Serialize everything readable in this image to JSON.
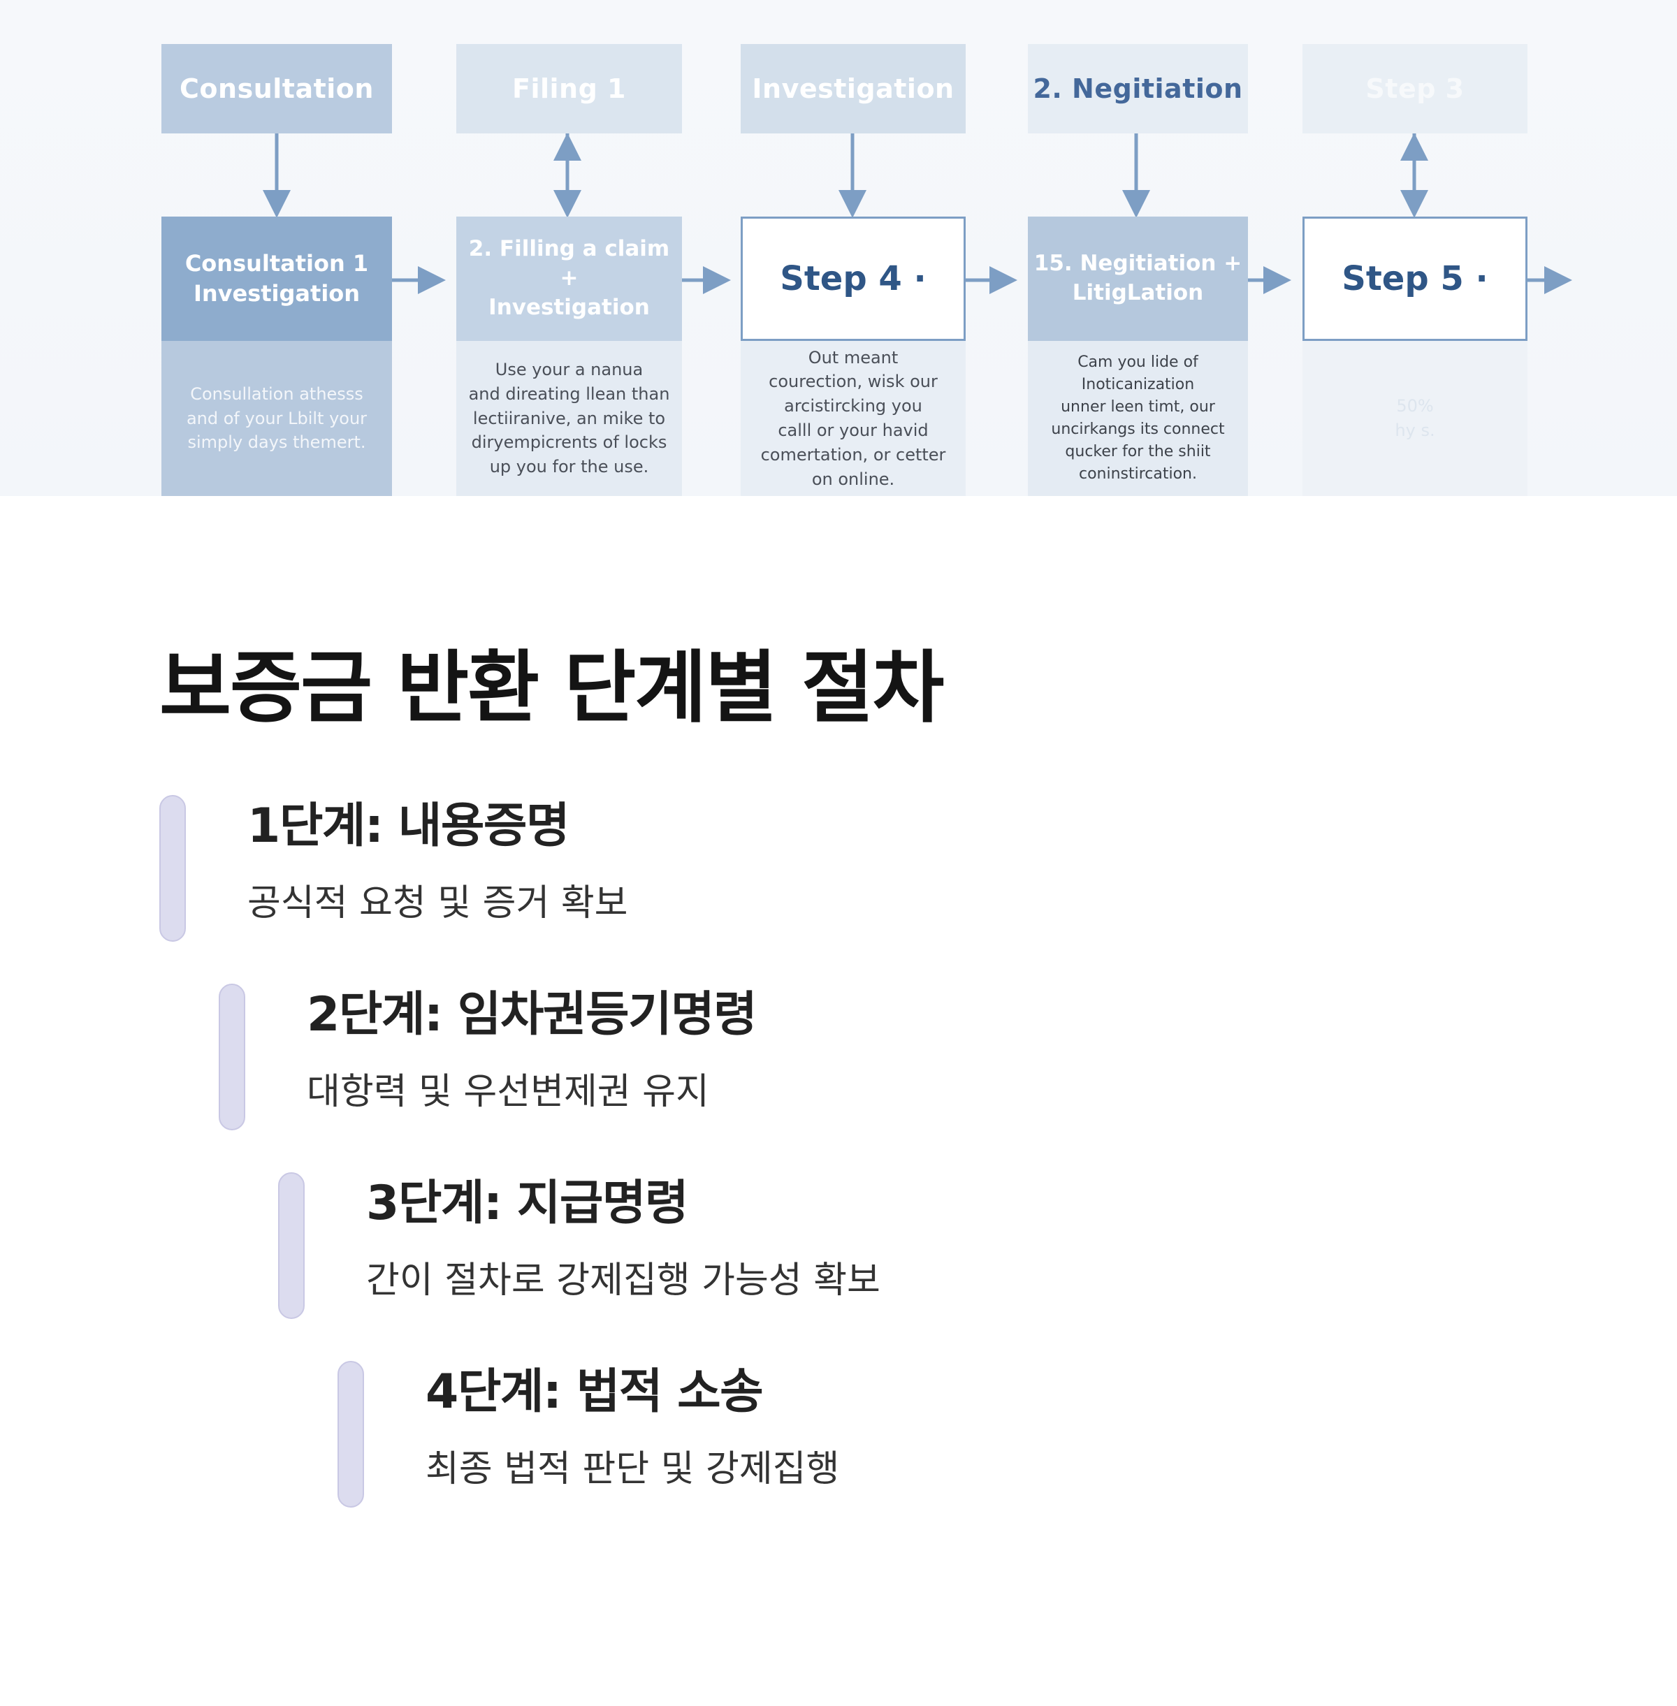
{
  "flowchart": {
    "top_boxes": [
      {
        "label": "Consultation",
        "bg": "#b9cbe0",
        "color": "#ffffff"
      },
      {
        "label": "Filing 1",
        "bg": "#dbe5ef",
        "color": "#ffffff"
      },
      {
        "label": "Investigation",
        "bg": "#d3dfeb",
        "color": "#ffffff"
      },
      {
        "label": "2. Negitiation",
        "bg": "#e6edf4",
        "color": "#44689a"
      },
      {
        "label": "Step 3",
        "bg": "#e9eff5",
        "color": "#f7f9fb"
      }
    ],
    "mid_boxes": [
      {
        "label": "Consultation 1\nInvestigation",
        "bg": "#8eaccd",
        "color": "#ffffff",
        "outlined": false
      },
      {
        "label": "2. Filling a claim +\nInvestigation",
        "bg": "#c3d3e5",
        "color": "#ffffff",
        "outlined": false
      },
      {
        "label": "Step 4 ·",
        "bg": "#ffffff",
        "color": "#2f5686",
        "outlined": true
      },
      {
        "label": "15. Negitiation +\nLitigLation",
        "bg": "#b5c8dd",
        "color": "#ffffff",
        "outlined": false
      },
      {
        "label": "Step 5 ·",
        "bg": "#ffffff",
        "color": "#2f5686",
        "outlined": true
      }
    ],
    "desc_boxes": [
      {
        "text": "Consullation athesss\nand of your Lbilt your\nsimply days themert.",
        "bg": "#b7c9de",
        "color": "#f3f6fa"
      },
      {
        "text": "Use your a nanua\nand direating llean than\nlectiiranive, an mike to\ndiryempicrents of locks\nup you for the use.",
        "bg": "#e4ebf3",
        "color": "#4a4f58"
      },
      {
        "text": "Out meant\ncourection, wisk our\narcistircking you\ncalll or your havid\ncomertation, or cetter\non online.",
        "bg": "#e8eef5",
        "color": "#4a4f58"
      },
      {
        "text": "Cam you lide of\nInoticanization\nunner leen timt, our\nuncirkangs its connect\nqucker for the shiit\nconinstircation.",
        "bg": "#e4ebf3",
        "color": "#3d424a"
      },
      {
        "text": "50%\nhy s.",
        "bg": "#eef2f7",
        "color": "#dde5ee"
      }
    ],
    "arrow_color": "#7d9ec4"
  },
  "section": {
    "title": "보증금 반환 단계별 절차",
    "steps": [
      {
        "title": "1단계: 내용증명",
        "description": "공식적 요청 및 증거 확보"
      },
      {
        "title": "2단계: 임차권등기명령",
        "description": "대항력 및 우선변제권 유지"
      },
      {
        "title": "3단계: 지급명령",
        "description": "간이 절차로 강제집행 가능성 확보"
      },
      {
        "title": "4단계: 법적 소송",
        "description": "최종 법적 판단 및 강제집행"
      }
    ]
  }
}
